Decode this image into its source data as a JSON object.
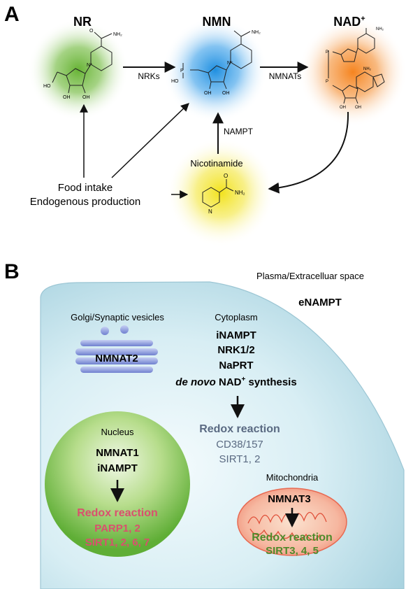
{
  "panel_a": {
    "label": "A",
    "nr": {
      "title": "NR"
    },
    "nmn": {
      "title": "NMN"
    },
    "nad": {
      "title": "NAD",
      "sup": "+"
    },
    "nicotinamide": {
      "title": "Nicotinamide"
    },
    "edges": {
      "nrks": "NRKs",
      "nmnats": "NMNATs",
      "nampt": "NAMPT"
    },
    "sources": {
      "line1": "Food intake",
      "line2": "Endogenous production"
    },
    "chem": {
      "oh": "OH",
      "ho": "HO",
      "nh2": "NH₂",
      "n": "N",
      "np": "N⁺",
      "o": "O",
      "p": "P",
      "nh2_plain": "NH2"
    },
    "colors": {
      "nr_glow": "#5faf2a",
      "nmn_glow": "#1f8fe0",
      "nad_glow": "#f5841f",
      "nic_glow": "#f2e21b"
    }
  },
  "panel_b": {
    "label": "B",
    "plasma": "Plasma/Extracelluar space",
    "enampt": "eNAMPT",
    "golgi_label": "Golgi/Synaptic vesicles",
    "golgi_enzyme": "NMNAT2",
    "cytoplasm": {
      "title": "Cytoplasm",
      "line1": "iNAMPT",
      "line2": "NRK1/2",
      "line3": "NaPRT",
      "line4_italic": "de novo",
      "line4_rest": " NAD",
      "line4_sup": "+",
      "line4_end": " synthesis",
      "redox": "Redox reaction",
      "cd38": "CD38/157",
      "sirt": "SIRT1, 2"
    },
    "nucleus": {
      "title": "Nucleus",
      "line1": "NMNAT1",
      "line2": "iNAMPT",
      "redox": "Redox reaction",
      "parp": "PARP1, 2",
      "sirt": "SIRT1, 2, 6, 7"
    },
    "mito": {
      "title": "Mitochondria",
      "enzyme": "NMNAT3",
      "redox": "Redox reaction",
      "sirt": "SIRT3, 4, 5"
    },
    "colors": {
      "cell_fill": "#cfe8ef",
      "cytoplasm_text": "#5a6a82",
      "nucleus_text": "#d9506e",
      "mito_text": "#4f8a2b",
      "golgi": "#7d8fd6"
    }
  }
}
